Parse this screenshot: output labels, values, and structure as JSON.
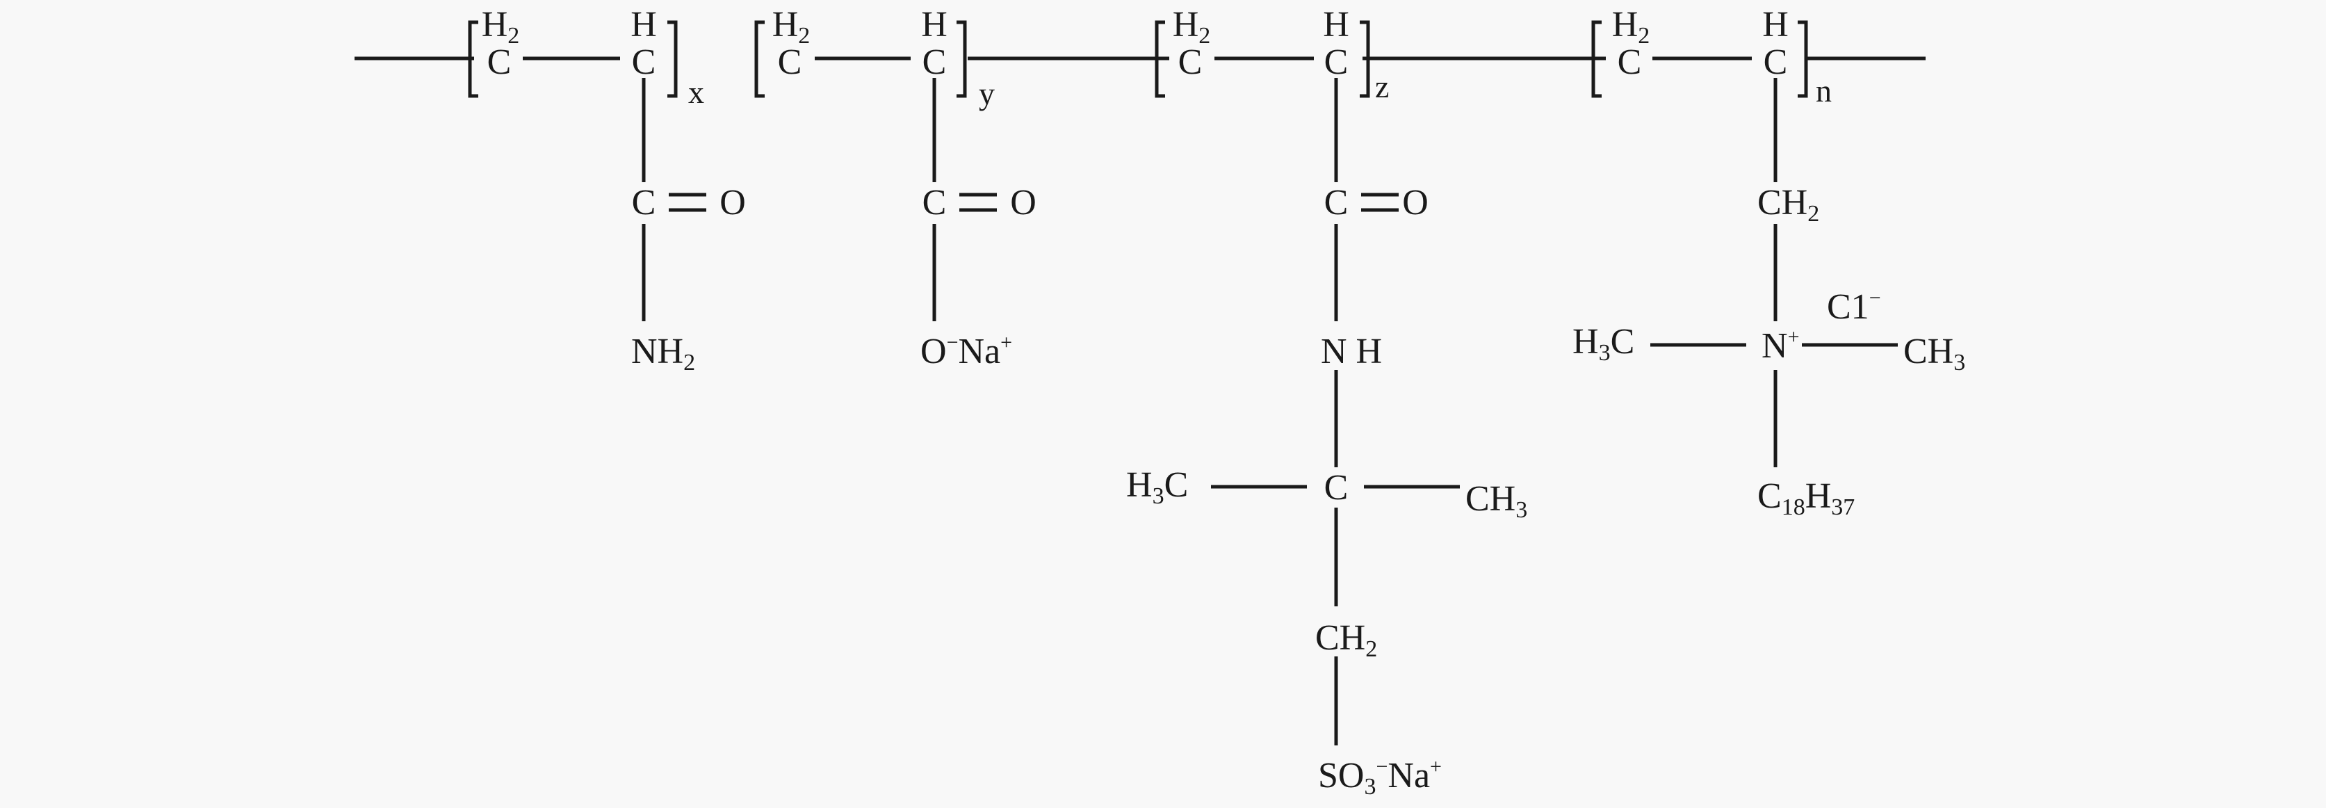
{
  "main_chain": {
    "unit_x": {
      "h2": {
        "sym": "H",
        "sub": "2"
      },
      "c1": "C",
      "h": "H",
      "c2": "C",
      "index": "x",
      "carbonyl_c": "C",
      "carbonyl_o": "O",
      "amide": {
        "sym": "NH",
        "sub": "2"
      }
    },
    "unit_y": {
      "h2": {
        "sym": "H",
        "sub": "2"
      },
      "c1": "C",
      "h": "H",
      "c2": "C",
      "index": "y",
      "carbonyl_c": "C",
      "carbonyl_o": "O",
      "carboxylate": {
        "o": "O",
        "o_sup": "−",
        "na": "Na",
        "na_sup": "+"
      }
    },
    "unit_z": {
      "h2": {
        "sym": "H",
        "sub": "2"
      },
      "c1": "C",
      "h": "H",
      "c2": "C",
      "index": "z",
      "carbonyl_c": "C",
      "carbonyl_o": "O",
      "nh": "N H",
      "quat_c": "C",
      "methyl_left": {
        "a": "H",
        "sub": "3",
        "b": "C"
      },
      "methyl_right": {
        "a": "CH",
        "sub": "3"
      },
      "ch2": {
        "a": "CH",
        "sub": "2"
      },
      "sulfonate": {
        "a": "SO",
        "sub": "3",
        "sup": "−",
        "b": "Na",
        "b_sup": "+"
      }
    },
    "unit_n": {
      "h2": {
        "sym": "H",
        "sub": "2"
      },
      "c1": "C",
      "h": "H",
      "c2": "C",
      "index": "n",
      "ch2": {
        "a": "CH",
        "sub": "2"
      },
      "nitrogen": {
        "a": "N",
        "sup": "+"
      },
      "counter_ion": "C1",
      "counter_ion_sup": "−",
      "methyl_left": {
        "a": "H",
        "sub": "3",
        "b": "C"
      },
      "methyl_right": {
        "a": "CH",
        "sub": "3"
      },
      "alkyl": {
        "a": "C",
        "sub1": "18",
        "b": "H",
        "sub2": "37"
      }
    }
  }
}
